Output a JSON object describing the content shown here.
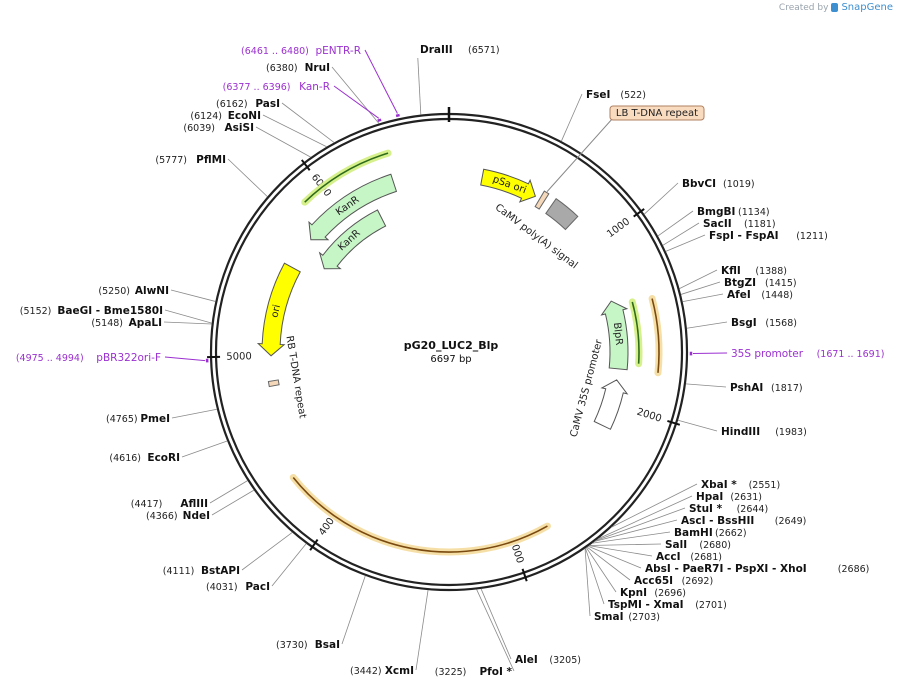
{
  "credit": {
    "created_by": "Created by",
    "brand": "SnapGene"
  },
  "map": {
    "name": "pG20_LUC2_Blp",
    "length_label": "6697 bp",
    "total_bp": 6697
  },
  "ticks": [
    {
      "label": "1000",
      "bp": 1000
    },
    {
      "label": "2000",
      "bp": 2000
    },
    {
      "label": "3000",
      "bp": 3000
    },
    {
      "label": "4000",
      "bp": 4000
    },
    {
      "label": "5000",
      "bp": 5000
    },
    {
      "label": "6000",
      "bp": 6000
    }
  ],
  "features": [
    {
      "label": "pSa ori",
      "start": 200,
      "end": 540,
      "type": "yellow",
      "color": "#ffff00"
    },
    {
      "label": "KanR",
      "start": 6360,
      "end": 5750,
      "type": "green",
      "color": "#c6f5c6"
    },
    {
      "label": "KanR",
      "start": 6200,
      "end": 5650,
      "type": "green",
      "color": "#c6f5c6"
    },
    {
      "label": "ori",
      "start": 5550,
      "end": 5000,
      "type": "yellow",
      "color": "#ffff00"
    },
    {
      "label": "BlpR",
      "start": 1780,
      "end": 1350,
      "type": "green",
      "color": "#c6f5c6"
    },
    {
      "label": "CaMV 35S promoter",
      "start": 2150,
      "end": 1850,
      "type": "white",
      "color": "#ffffff"
    },
    {
      "label": "CaMV poly(A) signal",
      "start": 650,
      "end": 810,
      "type": "grey",
      "color": "#a9a9a9"
    },
    {
      "label": "LB T-DNA repeat",
      "start": 570,
      "end": 600,
      "type": "tan",
      "color": "#f5d7b9"
    },
    {
      "label": "RB T-DNA repeat",
      "start": 4820,
      "end": 4850,
      "type": "tan",
      "color": "#f5d7b9"
    }
  ],
  "sites": [
    {
      "name": "DraIII",
      "pos": "(6571)",
      "side": "top"
    },
    {
      "name": "FseI",
      "pos": "(522)",
      "side": "right"
    },
    {
      "name": "BbvCI",
      "pos": "(1019)",
      "side": "right"
    },
    {
      "name": "BmgBI",
      "pos": "(1134)",
      "side": "right"
    },
    {
      "name": "SacII",
      "pos": "(1181)",
      "side": "right"
    },
    {
      "name": "FspI - FspAI",
      "pos": "(1211)",
      "side": "right"
    },
    {
      "name": "KflI",
      "pos": "(1388)",
      "side": "right"
    },
    {
      "name": "BtgZI",
      "pos": "(1415)",
      "side": "right"
    },
    {
      "name": "AfeI",
      "pos": "(1448)",
      "side": "right"
    },
    {
      "name": "BsgI",
      "pos": "(1568)",
      "side": "right"
    },
    {
      "name": "PshAI",
      "pos": "(1817)",
      "side": "right"
    },
    {
      "name": "HindIII",
      "pos": "(1983)",
      "side": "right"
    },
    {
      "name": "XbaI *",
      "pos": "(2551)",
      "side": "right"
    },
    {
      "name": "HpaI",
      "pos": "(2631)",
      "side": "right"
    },
    {
      "name": "StuI *",
      "pos": "(2644)",
      "side": "right"
    },
    {
      "name": "AscI - BssHII",
      "pos": "(2649)",
      "side": "right"
    },
    {
      "name": "BamHI",
      "pos": "(2662)",
      "side": "right"
    },
    {
      "name": "SalI",
      "pos": "(2680)",
      "side": "right"
    },
    {
      "name": "AccI",
      "pos": "(2681)",
      "side": "right"
    },
    {
      "name": "AbsI - PaeR7I - PspXI - XhoI",
      "pos": "(2686)",
      "side": "right"
    },
    {
      "name": "Acc65I",
      "pos": "(2692)",
      "side": "right"
    },
    {
      "name": "KpnI",
      "pos": "(2696)",
      "side": "right"
    },
    {
      "name": "TspMI - XmaI",
      "pos": "(2701)",
      "side": "right"
    },
    {
      "name": "SmaI",
      "pos": "(2703)",
      "side": "right"
    },
    {
      "name": "AleI",
      "pos": "(3205)",
      "side": "right"
    },
    {
      "name": "PfoI *",
      "pos": "(3225)",
      "side": "left"
    },
    {
      "name": "XcmI",
      "pos": "(3442)",
      "side": "left"
    },
    {
      "name": "BsaI",
      "pos": "(3730)",
      "side": "left"
    },
    {
      "name": "PacI",
      "pos": "(4031)",
      "side": "left"
    },
    {
      "name": "BstAPI",
      "pos": "(4111)",
      "side": "left"
    },
    {
      "name": "NdeI",
      "pos": "(4366)",
      "side": "left"
    },
    {
      "name": "AflIII",
      "pos": "(4417)",
      "side": "left"
    },
    {
      "name": "EcoRI",
      "pos": "(4616)",
      "side": "left"
    },
    {
      "name": "PmeI",
      "pos": "(4765)",
      "side": "left"
    },
    {
      "name": "ApaLI",
      "pos": "(5148)",
      "side": "left"
    },
    {
      "name": "BaeGI - Bme1580I",
      "pos": "(5152)",
      "side": "left"
    },
    {
      "name": "AlwNI",
      "pos": "(5250)",
      "side": "left"
    },
    {
      "name": "PflMI",
      "pos": "(5777)",
      "side": "left"
    },
    {
      "name": "AsiSI",
      "pos": "(6039)",
      "side": "left"
    },
    {
      "name": "EcoNI",
      "pos": "(6124)",
      "side": "left"
    },
    {
      "name": "PasI",
      "pos": "(6162)",
      "side": "left"
    },
    {
      "name": "NruI",
      "pos": "(6380)",
      "side": "left"
    }
  ],
  "primers": [
    {
      "name": "pENTR-R",
      "range": "(6461 .. 6480)",
      "color": "#9b30d0"
    },
    {
      "name": "Kan-R",
      "range": "(6377 .. 6396)",
      "color": "#9b30d0"
    },
    {
      "name": "35S promoter",
      "range": "(1671 .. 1691)",
      "color": "#9b30d0"
    },
    {
      "name": "pBR322ori-F",
      "range": "(4975 .. 4994)",
      "color": "#9b30d0"
    }
  ]
}
